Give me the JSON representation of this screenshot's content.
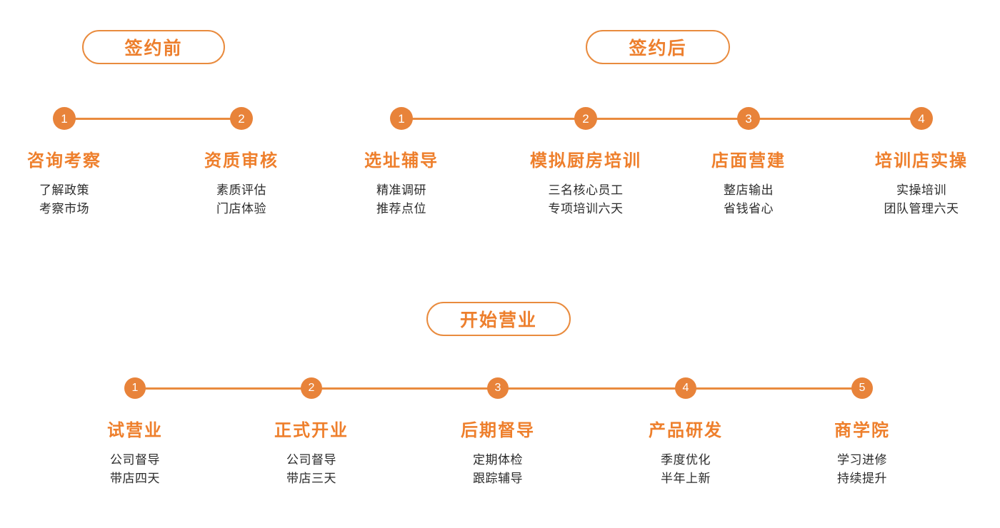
{
  "theme": {
    "accent_orange": "#E8833A",
    "title_orange": "#EE7F2C",
    "line_orange": "#E98B3E",
    "text_dark": "#2b2b2b",
    "background": "#ffffff"
  },
  "sections": [
    {
      "id": "pre-signing",
      "badge": "签约前",
      "steps": [
        {
          "number": "1",
          "title": "咨询考察",
          "lines": [
            "了解政策",
            "考察市场"
          ]
        },
        {
          "number": "2",
          "title": "资质审核",
          "lines": [
            "素质评估",
            "门店体验"
          ]
        }
      ]
    },
    {
      "id": "post-signing",
      "badge": "签约后",
      "steps": [
        {
          "number": "1",
          "title": "选址辅导",
          "lines": [
            "精准调研",
            "推荐点位"
          ]
        },
        {
          "number": "2",
          "title": "模拟厨房培训",
          "lines": [
            "三名核心员工",
            "专项培训六天"
          ]
        },
        {
          "number": "3",
          "title": "店面营建",
          "lines": [
            "整店输出",
            "省钱省心"
          ]
        },
        {
          "number": "4",
          "title": "培训店实操",
          "lines": [
            "实操培训",
            "团队管理六天"
          ]
        }
      ]
    },
    {
      "id": "open-business",
      "badge": "开始营业",
      "steps": [
        {
          "number": "1",
          "title": "试营业",
          "lines": [
            "公司督导",
            "带店四天"
          ]
        },
        {
          "number": "2",
          "title": "正式开业",
          "lines": [
            "公司督导",
            "带店三天"
          ]
        },
        {
          "number": "3",
          "title": "后期督导",
          "lines": [
            "定期体检",
            "跟踪辅导"
          ]
        },
        {
          "number": "4",
          "title": "产品研发",
          "lines": [
            "季度优化",
            "半年上新"
          ]
        },
        {
          "number": "5",
          "title": "商学院",
          "lines": [
            "学习进修",
            "持续提升"
          ]
        }
      ]
    }
  ]
}
